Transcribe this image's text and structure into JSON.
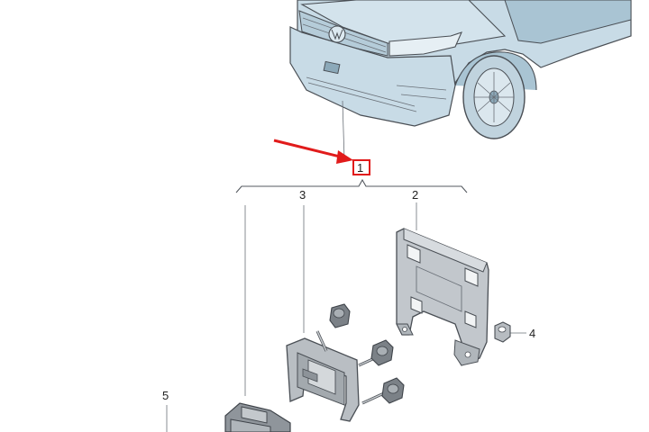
{
  "diagram": {
    "callouts": [
      {
        "id": "part-1",
        "label": "1"
      },
      {
        "id": "part-2",
        "label": "2"
      },
      {
        "id": "part-3",
        "label": "3"
      },
      {
        "id": "part-4",
        "label": "4"
      },
      {
        "id": "part-5",
        "label": "5"
      }
    ],
    "colors": {
      "body_fill": "#c8dbe6",
      "body_shade": "#a9c4d3",
      "part_fill": "#b7bcc1",
      "part_dark": "#5e646a",
      "outline": "#4a4f55",
      "highlight_red": "#e11b1b"
    }
  }
}
